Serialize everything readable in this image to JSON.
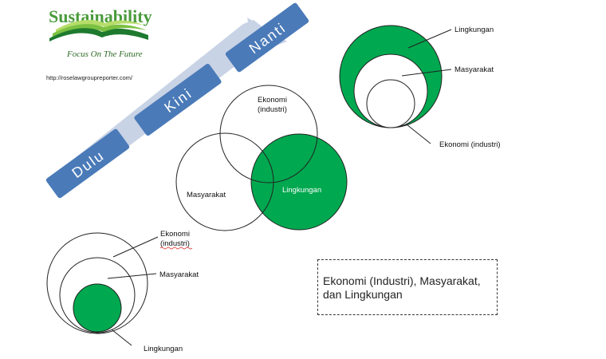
{
  "logo": {
    "title": "Sustainability",
    "tagline": "Focus On The Future"
  },
  "source_url": "http://roselawgroupreporter.com/",
  "timeline": {
    "stages": [
      "Dulu",
      "Kini",
      "Nanti"
    ]
  },
  "venn": {
    "ekonomi_line1": "Ekonomi",
    "ekonomi_line2": "(industri)",
    "masyarakat": "Masyarakat",
    "lingkungan": "Lingkungan"
  },
  "nested_top_right": {
    "outer": "Lingkungan",
    "middle": "Masyarakat",
    "inner": "Ekonomi (industri)"
  },
  "nested_bottom_left": {
    "outer_line1": "Ekonomi",
    "outer_line2": "(industri)",
    "middle": "Masyarakat",
    "inner": "Lingkungan"
  },
  "caption": "Ekonomi (Industri), Masyarakat, dan Lingkungan",
  "colors": {
    "green": "#00a84f",
    "arrow_blue": "#4a7ab8",
    "arrow_shaft": "#c9d3e6"
  }
}
